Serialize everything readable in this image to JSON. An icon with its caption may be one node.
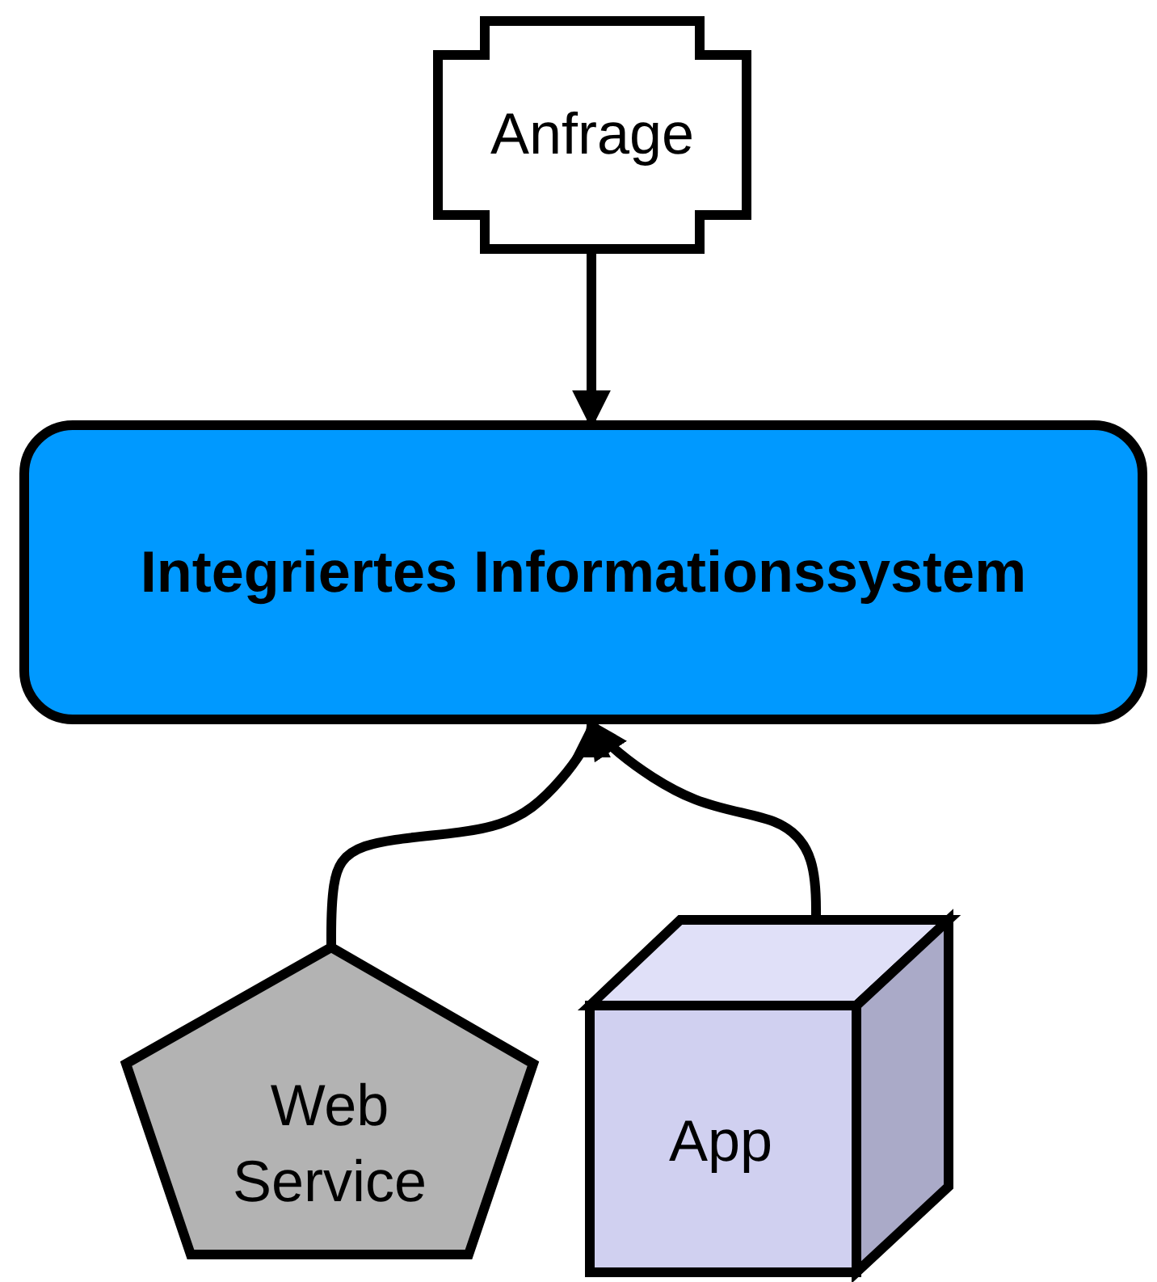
{
  "diagram": {
    "nodes": [
      {
        "text": [
          "Anfrage"
        ]
      },
      {
        "text": [
          "Integriertes Informationssystem"
        ]
      },
      {
        "text": [
          "Web Service"
        ]
      },
      {
        "text": [
          "App"
        ]
      }
    ],
    "edges": [
      {
        "from": 0,
        "to": 1,
        "arrow": "to"
      },
      {
        "from": 2,
        "to": 1,
        "arrow": "to"
      },
      {
        "from": 3,
        "to": 1,
        "arrow": "to"
      }
    ]
  }
}
